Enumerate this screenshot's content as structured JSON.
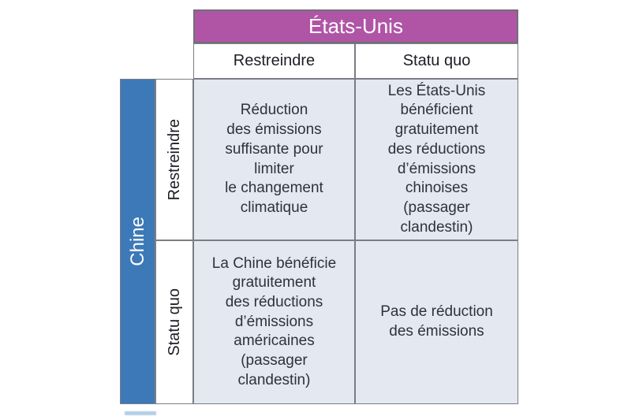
{
  "game_matrix": {
    "column_player": {
      "name": "États-Unis",
      "strategies": [
        "Restreindre",
        "Statu quo"
      ]
    },
    "row_player": {
      "name": "Chine",
      "strategies": [
        "Restreindre",
        "Statu quo"
      ]
    },
    "outcomes": {
      "china_restreindre_us_restreindre": "Réduction\ndes émissions\nsuffisante pour\nlimiter\nle changement\nclimatique",
      "china_restreindre_us_statu_quo": "Les États-Unis\nbénéficient\ngratuitement\ndes réductions\nd’émissions\nchinoises\n(passager\nclandestin)",
      "china_statu_quo_us_restreindre": "La Chine bénéficie\ngratuitement\ndes réductions\nd’émissions\naméricaines\n(passager\nclandestin)",
      "china_statu_quo_us_statu_quo": "Pas de réduction\ndes émissions"
    }
  },
  "colors": {
    "us_header_bg": "#b055a6",
    "us_header_text": "#ffffff",
    "china_header_bg": "#3d79b8",
    "china_header_text": "#ffffff",
    "outcome_cell_bg": "#e4e8f1",
    "grid_line": "#7b7d84",
    "body_text": "#2e323c",
    "page_bg": "#ffffff"
  }
}
